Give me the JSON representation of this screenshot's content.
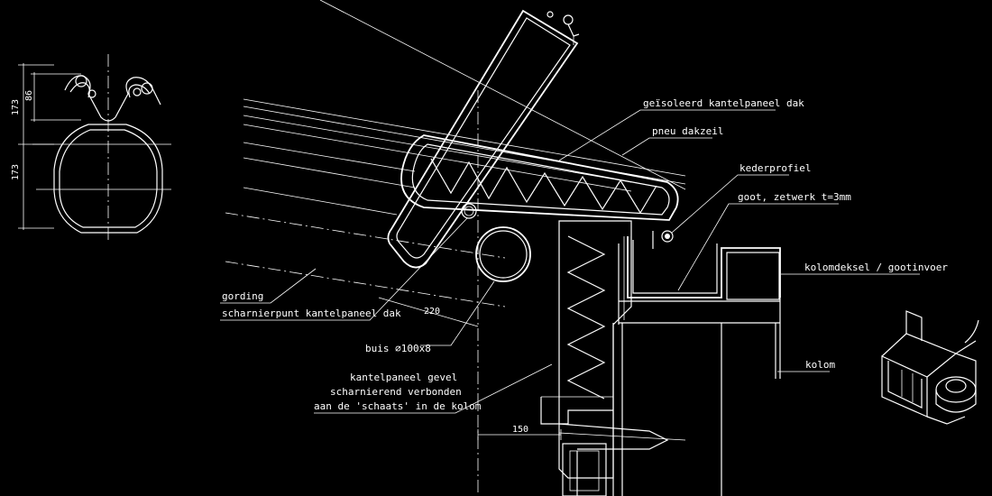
{
  "labels": {
    "insulated_panel": "geïsoleerd kantelpaneel dak",
    "air_roof": "pneu dakzeil",
    "keder": "kederprofiel",
    "gutter": "goot, zetwerk t=3mm",
    "column_cover": "kolomdeksel / gootinvoer",
    "column": "kolom",
    "purlin": "gording",
    "hinge_point": "scharnierpunt kantelpaneel dak",
    "tube": "buis ∅100x8",
    "facade_line1": "kantelpaneel gevel",
    "facade_line2": "scharnierend verbonden",
    "facade_line3": "aan de 'schaats' in de kolom"
  },
  "dimensions": {
    "d173_top": "173",
    "d86": "86",
    "d173_bottom": "173",
    "d220": "220",
    "d150": "150"
  },
  "colors": {
    "background": "#000000",
    "lines": "#ffffff"
  }
}
